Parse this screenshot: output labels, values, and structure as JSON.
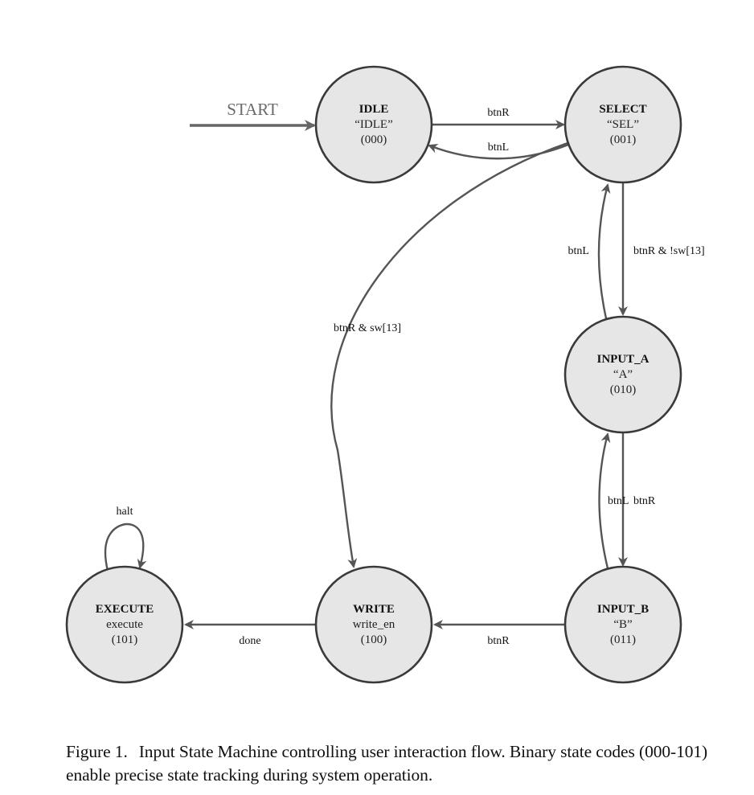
{
  "colors": {
    "state_fill": "#e6e6e6",
    "state_stroke": "#3a3a3a",
    "edge": "#555555",
    "start_label": "#6b6b6b"
  },
  "start": {
    "label": "START",
    "target": "IDLE"
  },
  "states": [
    {
      "id": "IDLE",
      "name": "IDLE",
      "output": "“IDLE”",
      "code": "(000)"
    },
    {
      "id": "SELECT",
      "name": "SELECT",
      "output": "“SEL”",
      "code": "(001)"
    },
    {
      "id": "INPUT_A",
      "name": "INPUT_A",
      "output": "“A”",
      "code": "(010)"
    },
    {
      "id": "INPUT_B",
      "name": "INPUT_B",
      "output": "“B”",
      "code": "(011)"
    },
    {
      "id": "WRITE",
      "name": "WRITE",
      "output": "write_en",
      "code": "(100)"
    },
    {
      "id": "EXECUTE",
      "name": "EXECUTE",
      "output": "execute",
      "code": "(101)"
    }
  ],
  "transitions": [
    {
      "from": "IDLE",
      "to": "SELECT",
      "label": "btnR"
    },
    {
      "from": "SELECT",
      "to": "IDLE",
      "label": "btnL"
    },
    {
      "from": "SELECT",
      "to": "INPUT_A",
      "label": "btnR & !sw[13]"
    },
    {
      "from": "INPUT_A",
      "to": "SELECT",
      "label": "btnL"
    },
    {
      "from": "SELECT",
      "to": "WRITE",
      "label": "btnR & sw[13]"
    },
    {
      "from": "INPUT_A",
      "to": "INPUT_B",
      "label": "btnR"
    },
    {
      "from": "INPUT_B",
      "to": "INPUT_A",
      "label": "btnL"
    },
    {
      "from": "INPUT_B",
      "to": "WRITE",
      "label": "btnR"
    },
    {
      "from": "WRITE",
      "to": "EXECUTE",
      "label": "done"
    },
    {
      "from": "EXECUTE",
      "to": "EXECUTE",
      "label": "halt"
    }
  ],
  "caption": {
    "figure_label": "Figure 1.",
    "text": "Input State Machine controlling user interaction flow. Binary state codes (000-101) enable precise state tracking during system operation."
  }
}
